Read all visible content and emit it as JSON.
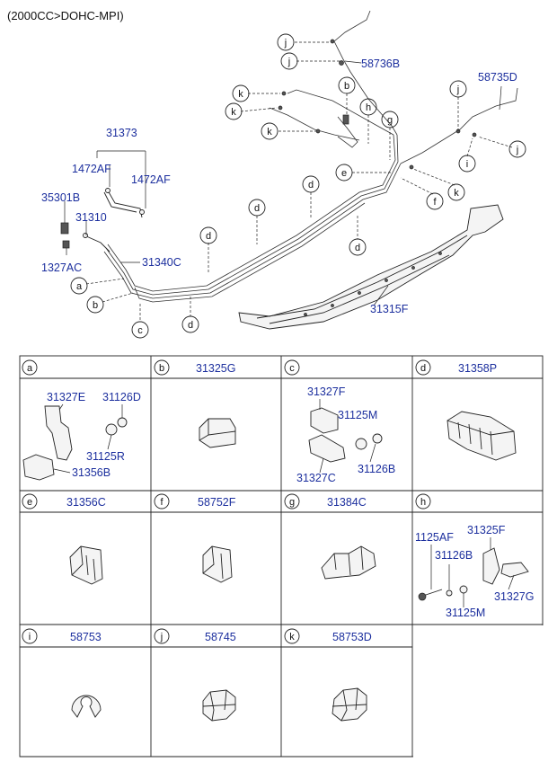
{
  "header": {
    "engine_spec": "(2000CC>DOHC-MPI)"
  },
  "callouts": {
    "a": "a",
    "b": "b",
    "c": "c",
    "d": "d",
    "e": "e",
    "f": "f",
    "g": "g",
    "h": "h",
    "i": "i",
    "j": "j",
    "k": "k"
  },
  "main_labels": {
    "p58736B": "58736B",
    "p58735D": "58735D",
    "p31373": "31373",
    "p1472AF_left": "1472AF",
    "p1472AF_right": "1472AF",
    "p35301B": "35301B",
    "p31310": "31310",
    "p1327AC": "1327AC",
    "p31340C": "31340C",
    "p31315F": "31315F"
  },
  "table": {
    "cells": [
      {
        "letter": "a",
        "part": "",
        "subparts": [
          "31327E",
          "31126D",
          "31125R",
          "31356B"
        ]
      },
      {
        "letter": "b",
        "part": "31325G",
        "subparts": []
      },
      {
        "letter": "c",
        "part": "",
        "subparts": [
          "31327F",
          "31125M",
          "31327C",
          "31126B"
        ]
      },
      {
        "letter": "d",
        "part": "31358P",
        "subparts": []
      },
      {
        "letter": "e",
        "part": "31356C",
        "subparts": []
      },
      {
        "letter": "f",
        "part": "58752F",
        "subparts": []
      },
      {
        "letter": "g",
        "part": "31384C",
        "subparts": []
      },
      {
        "letter": "h",
        "part": "",
        "subparts": [
          "1125AF",
          "31325F",
          "31126B",
          "31327G",
          "31125M"
        ]
      },
      {
        "letter": "i",
        "part": "58753",
        "subparts": []
      },
      {
        "letter": "j",
        "part": "58745",
        "subparts": []
      },
      {
        "letter": "k",
        "part": "58753D",
        "subparts": []
      }
    ]
  }
}
